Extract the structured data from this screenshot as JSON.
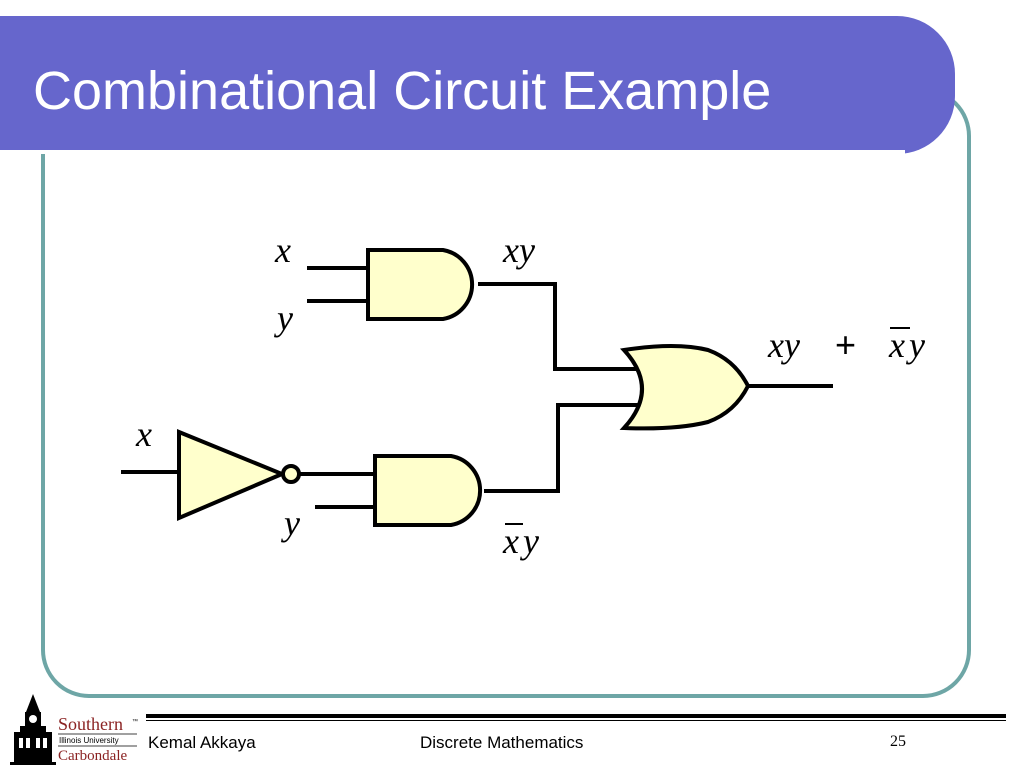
{
  "slide": {
    "title": "Combinational Circuit Example"
  },
  "diagram": {
    "labels": {
      "and1_input_x": "x",
      "and1_input_y": "y",
      "and1_output": "xy",
      "not_input_x": "x",
      "and2_input_y": "y",
      "and2_output_x": "x",
      "and2_output_y": "y",
      "or_output_term1": "xy",
      "or_output_plus": "+",
      "or_output_term2_x": "x",
      "or_output_term2_y": "y"
    },
    "gate_fill": "#ffffcc",
    "frame_color": "#6ea6a6",
    "title_bar_color": "#6666cc"
  },
  "footer": {
    "author": "Kemal Akkaya",
    "course": "Discrete Mathematics",
    "page_number": "25"
  },
  "logo": {
    "line1": "Southern",
    "trademark": "™",
    "line2": "Illinois University",
    "line3": "Carbondale"
  }
}
